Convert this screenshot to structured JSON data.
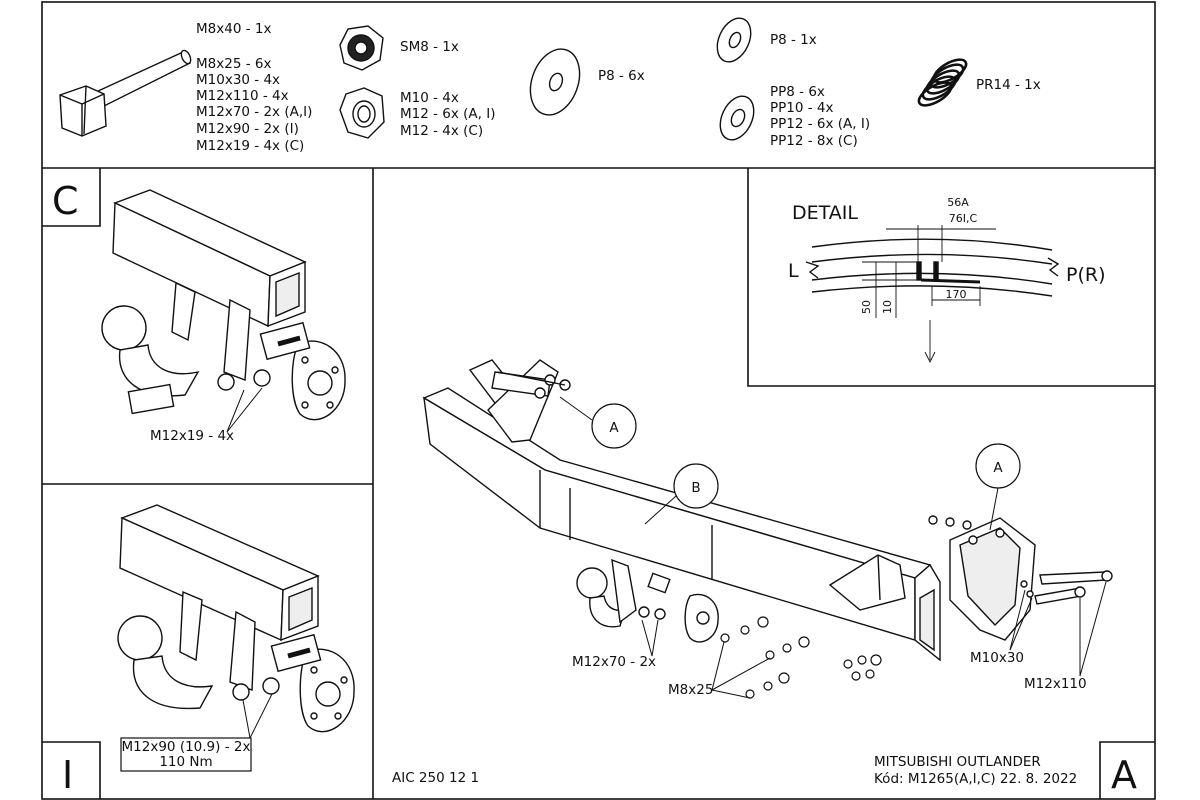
{
  "parts": {
    "bolt_labels": [
      "M8x40 - 1x",
      "M8x25 - 6x",
      "M10x30 - 4x",
      "M12x110 - 4x",
      "M12x70 - 2x (A,I)",
      "M12x90 - 2x (I)",
      "M12x19 - 4x (C)"
    ],
    "self_lock_nut": "SM8 - 1x",
    "nut_labels": [
      "M10 - 4x",
      "M12 - 6x (A, I)",
      "M12 - 4x (C)"
    ],
    "large_washer": "P8 - 6x",
    "washer_p8": "P8 - 1x",
    "spring_washer_labels": [
      "PP8 - 6x",
      "PP10 - 4x",
      "PP12 - 6x (A, I)",
      "PP12 - 8x (C)"
    ],
    "spring": "PR14 - 1x"
  },
  "panel_c": {
    "letter": "C",
    "callout": "M12x19 - 4x"
  },
  "panel_i": {
    "letter": "I",
    "callout_line1": "M12x90 (10.9) - 2x",
    "callout_line2": "110 Nm"
  },
  "detail": {
    "title": "DETAIL",
    "left_side": "L",
    "right_side": "P(R)",
    "dim_top_1": "56A",
    "dim_top_2": "76I,C",
    "dim_50": "50",
    "dim_10": "10",
    "dim_170": "170"
  },
  "main": {
    "bubble_a_left": "A",
    "bubble_b": "B",
    "bubble_a_right": "A",
    "callout_m12x70": "M12x70 - 2x",
    "callout_m8x25": "M8x25",
    "callout_m10x30": "M10x30",
    "callout_m12x110": "M12x110"
  },
  "footer": {
    "drawing_number": "AIC 250 12 1",
    "vehicle": "MITSUBISHI OUTLANDER",
    "code_date": "Kód: M1265(A,I,C)  22. 8. 2022",
    "sheet_letter": "A"
  }
}
